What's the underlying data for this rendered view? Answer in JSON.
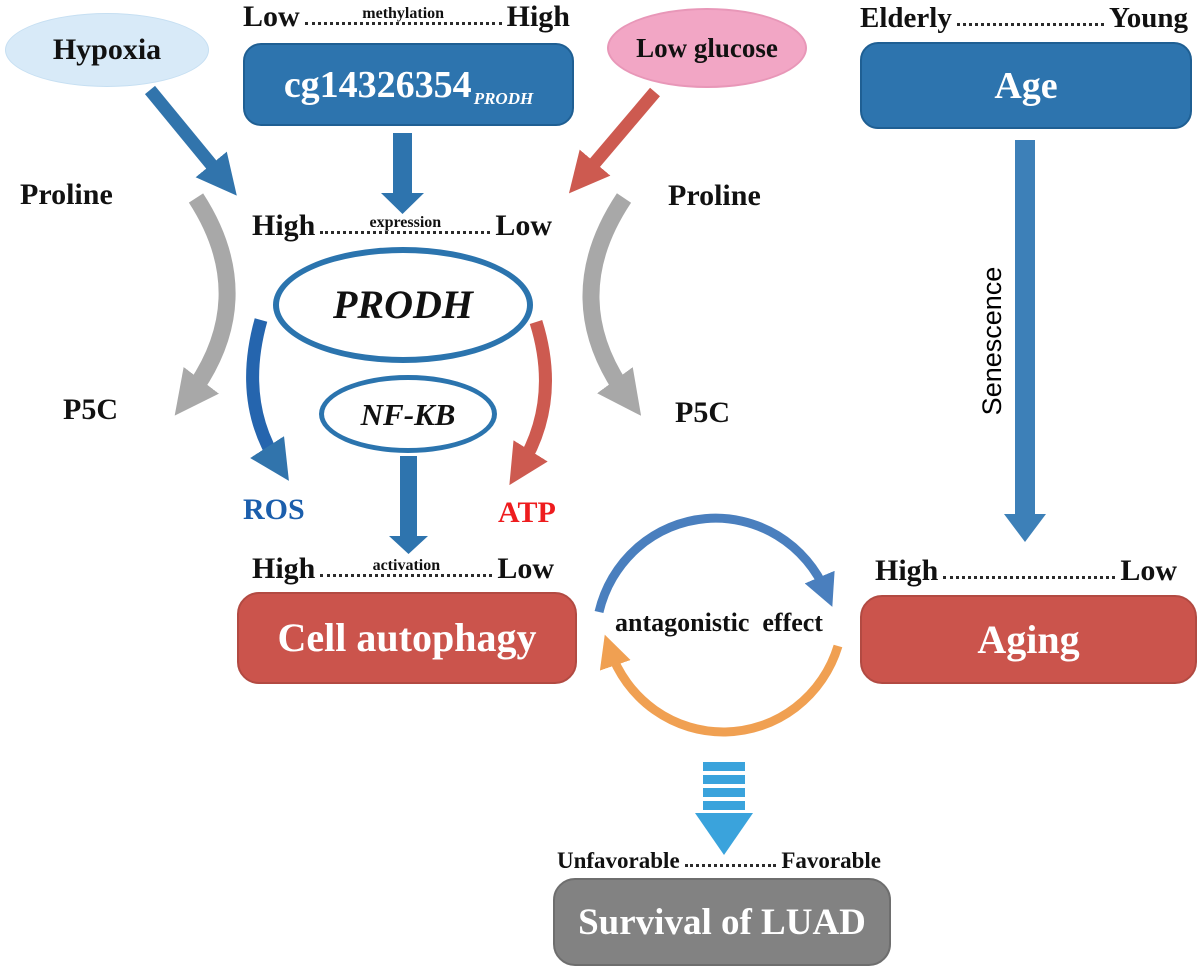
{
  "colors": {
    "node_blue": "#2D74AE",
    "node_red": "#CB544C",
    "node_gray": "#828282",
    "ellipse_light_blue": "#D8EAF8",
    "ellipse_pink": "#F2A6C5",
    "arrow_blue": "#3174AC",
    "arrow_red": "#CD5A50",
    "arrow_gray": "#A8A8A8",
    "arrow_cycle_blue": "#4A7FBE",
    "arrow_cycle_orange": "#F0A052",
    "arrow_striped_light_blue": "#3AA3DC",
    "text_ros_blue": "#1B5EAC",
    "text_atp_red": "#EE1C1E",
    "text_black": "#111111"
  },
  "nodes": {
    "hypoxia": {
      "label": "Hypoxia"
    },
    "cg_site": {
      "label": "cg14326354",
      "subscript": "PRODH"
    },
    "low_glucose": {
      "label": "Low glucose"
    },
    "age": {
      "label": "Age"
    },
    "prodh": {
      "label": "PRODH"
    },
    "nfkb": {
      "label": "NF-KB"
    },
    "cell_autophagy": {
      "label": "Cell autophagy"
    },
    "aging": {
      "label": "Aging"
    },
    "survival": {
      "label": "Survival of LUAD"
    }
  },
  "scales": {
    "methylation": {
      "left": "Low",
      "label": "methylation",
      "right": "High"
    },
    "expression": {
      "left": "High",
      "label": "expression",
      "right": "Low"
    },
    "activation": {
      "left": "High",
      "label": "activation",
      "right": "Low"
    },
    "age": {
      "left": "Elderly",
      "right": "Young"
    },
    "aging": {
      "left": "High",
      "right": "Low"
    },
    "survival": {
      "left": "Unfavorable",
      "right": "Favorable"
    }
  },
  "labels": {
    "proline_left": "Proline",
    "p5c_left": "P5C",
    "proline_right": "Proline",
    "p5c_right": "P5C",
    "ros": "ROS",
    "atp": "ATP",
    "senescence": "Senescence",
    "antagonistic_effect": "antagonistic  effect"
  }
}
